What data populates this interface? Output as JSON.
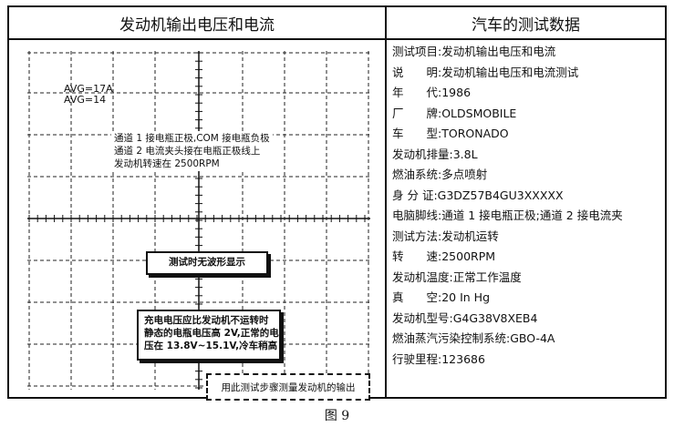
{
  "left_header": "发动机输出电压和电流",
  "right_header": "汽车的测试数据",
  "scope": {
    "avg_a": "AVG=17A",
    "avg_b": "AVG=14",
    "note_lines": [
      "通道 1 接电瓶正极,COM 接电瓶负极",
      "通道 2 电流夹头接在电瓶正极线上",
      "发动机转速在 2500RPM"
    ],
    "no_wave": "测试时无波形显示",
    "charge_lines": [
      "充电电压应比发动机不运转时",
      "静态的电瓶电压高 2V,正常的电",
      "压在 13.8V~15.1V,冷车稍高"
    ],
    "bottom_note": "用此测试步骤测量发动机的输出"
  },
  "info": [
    {
      "key": "测试项目:",
      "value": "发动机输出电压和电流"
    },
    {
      "key": "说　　明:",
      "value": "发动机输出电压和电流测试"
    },
    {
      "key": "年　　代:",
      "value": "1986"
    },
    {
      "key": "厂　　牌:",
      "value": "OLDSMOBILE"
    },
    {
      "key": "车　　型:",
      "value": "TORONADO"
    },
    {
      "key": "发动机排量:",
      "value": "3.8L"
    },
    {
      "key": "燃油系统:",
      "value": "多点喷射"
    },
    {
      "key": "身 分 证:",
      "value": "G3DZ57B4GU3XXXXX"
    },
    {
      "key": "电脑脚线:",
      "value": "通道 1 接电瓶正极;通道 2 接电流夹"
    },
    {
      "key": "测试方法:",
      "value": "发动机运转"
    },
    {
      "key": "转　　速:",
      "value": "2500RPM"
    },
    {
      "key": "发动机温度:",
      "value": "正常工作温度"
    },
    {
      "key": "真　　空:",
      "value": "20 In Hg"
    },
    {
      "key": "发动机型号:",
      "value": "G4G38V8XEB4"
    },
    {
      "key": "燃油蒸汽污染控制系统:",
      "value": "GBO-4A"
    },
    {
      "key": "行驶里程:",
      "value": "123686"
    }
  ],
  "caption": "图 9"
}
